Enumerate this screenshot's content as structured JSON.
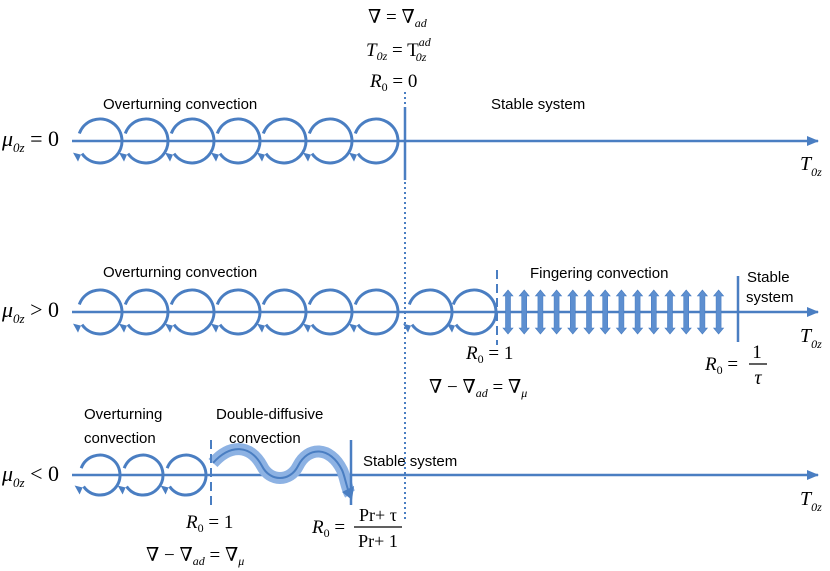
{
  "colors": {
    "blue": "#4a7ec2",
    "blue_fill": "#5d8fd0",
    "blue_light": "#8db2e3"
  },
  "top_condition": {
    "line1": "∇ = ∇",
    "line1_sub": "ad",
    "line2_a": "T",
    "line2_sub": "0z",
    "line2_b": " = T",
    "line2_sup": "ad",
    "line2_sub2": "0z",
    "line3_a": "R",
    "line3_sub": "0",
    "line3_b": " = 0"
  },
  "axis_label": {
    "T": "T",
    "sub": "0z"
  },
  "mu_label": {
    "mu": "μ",
    "sub": "0z"
  },
  "row1": {
    "relation": " = 0",
    "regions": [
      "Overturning convection",
      "Stable system"
    ]
  },
  "row2": {
    "relation": " > 0",
    "regions": [
      "Overturning convection",
      "Fingering convection",
      "Stable",
      "system"
    ],
    "r0_one": {
      "R": "R",
      "sub": "0",
      "rest": " = 1"
    },
    "grad_eq": {
      "a": "∇ − ∇",
      "sub1": "ad",
      "b": " = ∇",
      "sub2": "μ"
    },
    "r0_tau": {
      "R": "R",
      "sub": "0",
      "eq": " = ",
      "num": "1",
      "den": "τ"
    }
  },
  "row3": {
    "relation": " < 0",
    "regions": [
      "Overturning",
      "convection",
      "Double-diffusive",
      "convection",
      "Stable system"
    ],
    "r0_one": {
      "R": "R",
      "sub": "0",
      "rest": " = 1"
    },
    "grad_eq": {
      "a": "∇ − ∇",
      "sub1": "ad",
      "b": " = ∇",
      "sub2": "μ"
    },
    "r0_pr": {
      "R": "R",
      "sub": "0",
      "eq": " = ",
      "num": "Pr+ τ",
      "den": "Pr+ 1"
    }
  }
}
